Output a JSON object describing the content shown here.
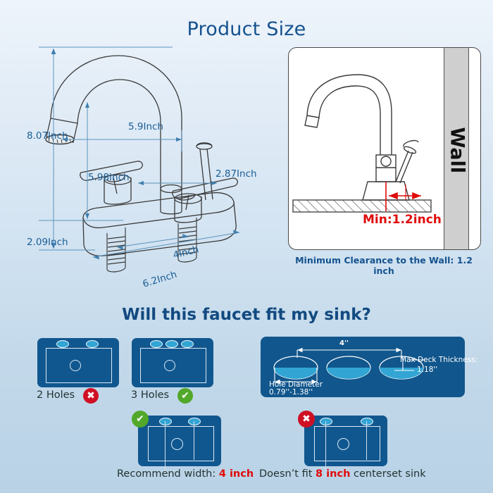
{
  "titles": {
    "product_size": "Product Size",
    "fit_question": "Will this faucet fit my sink?"
  },
  "product_dimensions": {
    "height_total": "8.07Inch",
    "spout_reach": "5.9Inch",
    "spout_height": "5.98Inch",
    "handle_depth": "2.87Inch",
    "base_height": "2.09Inch",
    "centerset": "4Inch",
    "base_width": "6.2Inch"
  },
  "wall_panel": {
    "wall_label": "Wall",
    "min_badge": "Min:1.2inch",
    "caption": "Minimum Clearance to the Wall: 1.2 inch"
  },
  "sink_options": [
    {
      "label": "2 Holes",
      "status": "no",
      "glyph": "✖"
    },
    {
      "label": "3 Holes",
      "status": "ok",
      "glyph": "✔"
    }
  ],
  "hole_detail": {
    "spread": "4''",
    "deck_thickness_label": "Max Deck Thickness:",
    "deck_thickness_value": "1.18''",
    "hole_diameter_label": "Hole Diameter",
    "hole_diameter_value": "0.79''-1.38''"
  },
  "recommendations": [
    {
      "status": "ok",
      "glyph": "✔",
      "text_before": "Recommend width: ",
      "highlight": "4 inch",
      "text_after": ""
    },
    {
      "status": "no",
      "glyph": "✖",
      "text_before": "Doesn’t fit ",
      "highlight": "8 inch",
      "text_after": " centerset sink"
    }
  ],
  "colors": {
    "title_blue": "#14528f",
    "dim_blue": "#1a5e96",
    "alert_red": "#e00b0b",
    "sink_blue": "#11578f",
    "hole_cyan": "#32a5d4",
    "check_green": "#52a82a",
    "cross_red": "#cf1024"
  }
}
